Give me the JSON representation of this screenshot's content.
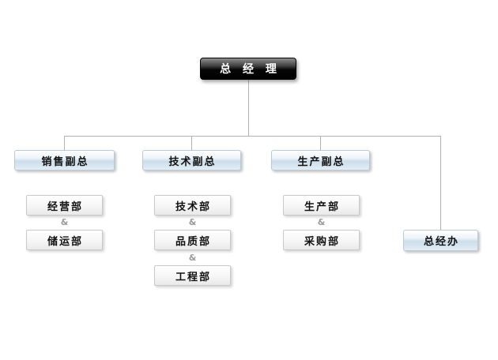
{
  "chart": {
    "type": "org-chart",
    "root": {
      "label": "总 经 理"
    },
    "vps": [
      {
        "label": "销售副总"
      },
      {
        "label": "技术副总"
      },
      {
        "label": "生产副总"
      }
    ],
    "office": {
      "label": "总经办"
    },
    "departments": {
      "sales": [
        {
          "label": "经营部"
        },
        {
          "label": "储运部"
        }
      ],
      "tech": [
        {
          "label": "技术部"
        },
        {
          "label": "品质部"
        },
        {
          "label": "工程部"
        }
      ],
      "production": [
        {
          "label": "生产部"
        },
        {
          "label": "采购部"
        }
      ]
    },
    "link_symbol": "&"
  },
  "colors": {
    "background": "#ffffff",
    "root_box": "#000000",
    "root_text": "#ffffff",
    "vp_box_gradient_bottom": "#ccdde9",
    "dept_box_border": "#c9c9c9",
    "connector_line": "#b3b3b3",
    "amp_text": "#9a9a9a"
  }
}
